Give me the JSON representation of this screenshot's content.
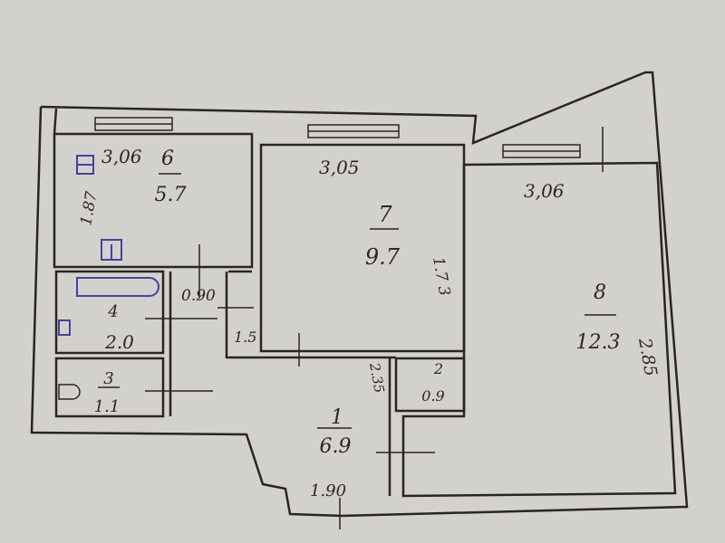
{
  "plan": {
    "rooms": [
      {
        "id": "room-6",
        "number": "6",
        "area": "5.7"
      },
      {
        "id": "room-7",
        "number": "7",
        "area": "9.7"
      },
      {
        "id": "room-8",
        "number": "8",
        "area": "12.3"
      },
      {
        "id": "room-4",
        "number": "4",
        "area": "2.0"
      },
      {
        "id": "room-3",
        "number": "3",
        "area": "1.1"
      },
      {
        "id": "room-1",
        "number": "1",
        "area": "6.9"
      },
      {
        "id": "room-2",
        "number": "2",
        "area": "0.9"
      }
    ],
    "dimensions": {
      "room6_width": "3,06",
      "room6_depth": "1.87",
      "room7_width": "3,05",
      "room7_depth": "1.7 3",
      "room8_width": "3,06",
      "room8_depth": "2.85",
      "corridor_width": "0.90",
      "corridor_side": "1.5",
      "hall_width": "1.90",
      "hall_depth": "2.35"
    }
  },
  "colors": {
    "background": "#d3d1cd",
    "ink": "#2a2522",
    "fixtures": "#4a3fa0"
  }
}
